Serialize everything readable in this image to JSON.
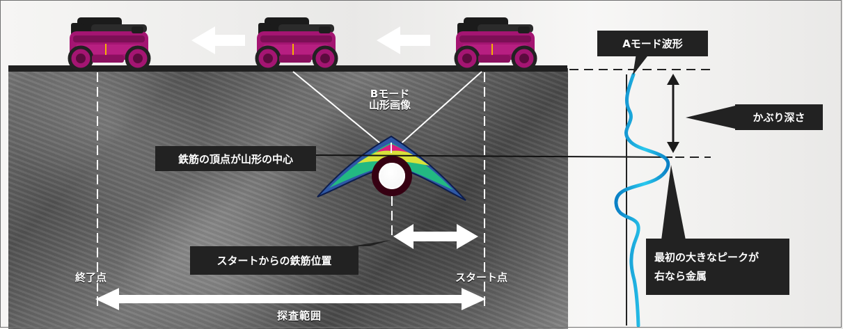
{
  "diagram": {
    "labels": {
      "bmode_line1": "Bモード",
      "bmode_line2": "山形画像",
      "rebar_vertex_center": "鉄筋の頂点が山形の中心",
      "start_position": "スタートからの鉄筋位置",
      "end_point": "終了点",
      "start_point": "スタート点",
      "scan_range": "探査範囲",
      "a_mode_waveform": "Aモード波形",
      "cover_depth": "かぶり深さ",
      "peak_line1": "最初の大きなピークが",
      "peak_line2": "右なら金属"
    },
    "colors": {
      "robot_body": "#a41572",
      "robot_dark": "#202020",
      "wave": "#1aa7dd",
      "label_bg": "#222222",
      "arrow": "#ffffff",
      "concrete": "#6f6f6f"
    },
    "icons": {
      "robot": "scanner-robot-icon",
      "arrow_left": "arrow-left-icon",
      "double_arrow": "double-arrow-icon"
    }
  }
}
